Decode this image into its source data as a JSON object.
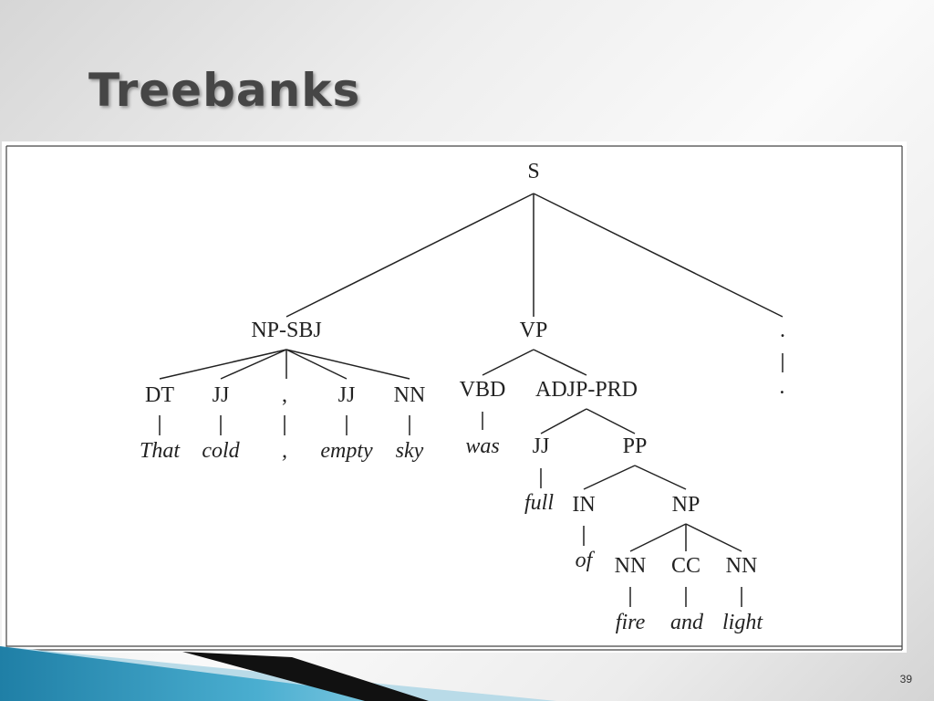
{
  "slide": {
    "title": "Treebanks",
    "page_number": "39"
  },
  "tree": {
    "nodes": {
      "s": "S",
      "np_sbj": "NP-SBJ",
      "vp": "VP",
      "period_node": ".",
      "dt": "DT",
      "jj_1": "JJ",
      "comma_node": ",",
      "jj_2": "JJ",
      "nn_1": "NN",
      "vbd": "VBD",
      "adjp_prd": "ADJP-PRD",
      "jj_3": "JJ",
      "pp": "PP",
      "in": "IN",
      "np": "NP",
      "nn_2": "NN",
      "cc": "CC",
      "nn_3": "NN"
    },
    "words": {
      "that": "That",
      "cold": "cold",
      "comma": ",",
      "empty": "empty",
      "sky": "sky",
      "was": "was",
      "full": "full",
      "of": "of",
      "fire": "fire",
      "and": "and",
      "light": "light",
      "period": "."
    }
  },
  "colors": {
    "accent_teal": "#2a8fb3",
    "accent_dark": "#111111"
  }
}
